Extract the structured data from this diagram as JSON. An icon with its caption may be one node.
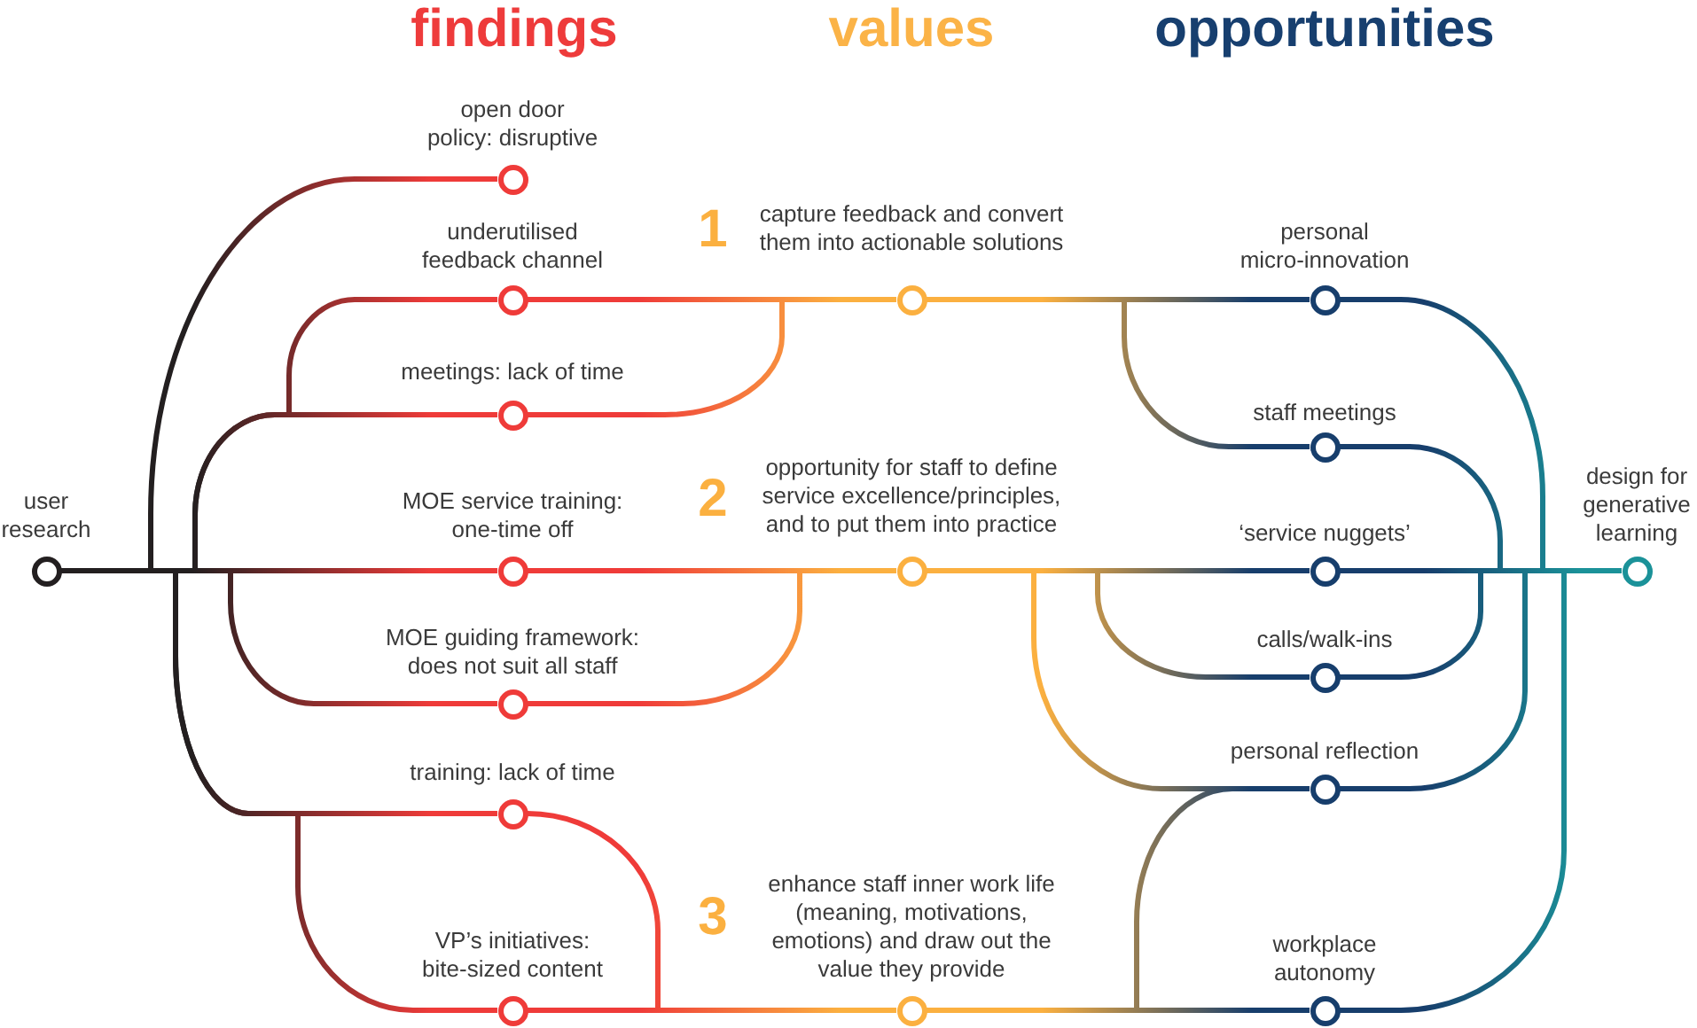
{
  "diagram": {
    "nodes": [
      {
        "text": [
          "user research"
        ]
      },
      {
        "text": [
          "open door policy: disruptive"
        ]
      },
      {
        "text": [
          "underutilised feedback channel"
        ]
      },
      {
        "text": [
          "meetings: lack of time"
        ]
      },
      {
        "text": [
          "MOE service training: one-time off"
        ]
      },
      {
        "text": [
          "MOE guiding framework: does not suit all staff"
        ]
      },
      {
        "text": [
          "training: lack of time"
        ]
      },
      {
        "text": [
          "VP’s initiatives: bite-sized content"
        ]
      },
      {
        "text": [
          "capture feedback and convert them into actionable solutions"
        ],
        "beside": [
          "1"
        ]
      },
      {
        "text": [
          "opportunity for staff to define service excellence/principles, and to put them into practice"
        ],
        "beside": [
          "2"
        ]
      },
      {
        "text": [
          "enhance staff inner work life (meaning, motivations, emotions) and draw out the value they provide"
        ],
        "beside": [
          "3"
        ]
      },
      {
        "text": [
          "personal micro-innovation"
        ]
      },
      {
        "text": [
          "staff meetings"
        ]
      },
      {
        "text": [
          "‘service nuggets’"
        ]
      },
      {
        "text": [
          "calls/walk-ins"
        ]
      },
      {
        "text": [
          "personal reflection"
        ]
      },
      {
        "text": [
          "workplace autonomy"
        ]
      },
      {
        "text": [
          "design for generative learning"
        ]
      }
    ],
    "edges": [
      {
        "from": 0,
        "to": 1,
        "arrow": "none"
      },
      {
        "from": 0,
        "to": 2,
        "arrow": "none"
      },
      {
        "from": 0,
        "to": 3,
        "arrow": "none"
      },
      {
        "from": 0,
        "to": 4,
        "arrow": "none"
      },
      {
        "from": 0,
        "to": 5,
        "arrow": "none"
      },
      {
        "from": 0,
        "to": 6,
        "arrow": "none"
      },
      {
        "from": 0,
        "to": 7,
        "arrow": "none"
      },
      {
        "from": 2,
        "to": 8,
        "arrow": "none"
      },
      {
        "from": 3,
        "to": 8,
        "arrow": "none"
      },
      {
        "from": 4,
        "to": 9,
        "arrow": "none"
      },
      {
        "from": 5,
        "to": 9,
        "arrow": "none"
      },
      {
        "from": 6,
        "to": 10,
        "arrow": "none"
      },
      {
        "from": 7,
        "to": 10,
        "arrow": "none"
      },
      {
        "from": 8,
        "to": 11,
        "arrow": "none"
      },
      {
        "from": 8,
        "to": 12,
        "arrow": "none"
      },
      {
        "from": 9,
        "to": 13,
        "arrow": "none"
      },
      {
        "from": 9,
        "to": 14,
        "arrow": "none"
      },
      {
        "from": 9,
        "to": 15,
        "arrow": "none"
      },
      {
        "from": 10,
        "to": 15,
        "arrow": "none"
      },
      {
        "from": 10,
        "to": 16,
        "arrow": "none"
      },
      {
        "from": 11,
        "to": 17,
        "arrow": "none"
      },
      {
        "from": 12,
        "to": 17,
        "arrow": "none"
      },
      {
        "from": 13,
        "to": 17,
        "arrow": "none"
      },
      {
        "from": 14,
        "to": 17,
        "arrow": "none"
      },
      {
        "from": 15,
        "to": 17,
        "arrow": "none"
      },
      {
        "from": 16,
        "to": 17,
        "arrow": "none"
      }
    ],
    "labels": [
      "findings",
      "values",
      "opportunities"
    ]
  }
}
